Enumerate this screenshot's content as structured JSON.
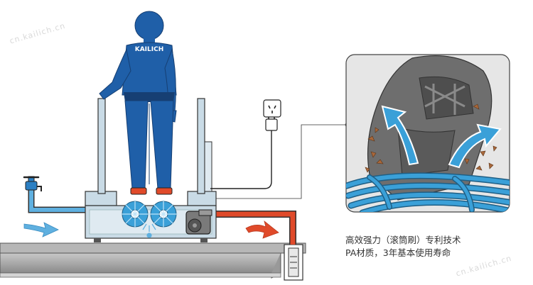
{
  "figure": {
    "uniform_brand": "KAILICH",
    "caption_line1": "高效强力（滚筒刷）专利技术",
    "caption_line2": "PA材质，3年基本使用寿命",
    "watermark": "cn.kailich.cn"
  },
  "colors": {
    "uniform": "#1f5fa8",
    "uniform_dark": "#163f73",
    "machine_body": "#c9dbe6",
    "brush": "#3aa0d8",
    "inlet_pipe": "#5fb0e0",
    "outlet_pipe": "#e04a2a",
    "shoe_gray": "#6e6e6e",
    "inset_background": "#e6e6e6",
    "floor": "#9a9a9a"
  },
  "icons": [
    "water-tap-icon",
    "power-socket-icon",
    "power-plug-icon",
    "flow-arrow-icon"
  ]
}
